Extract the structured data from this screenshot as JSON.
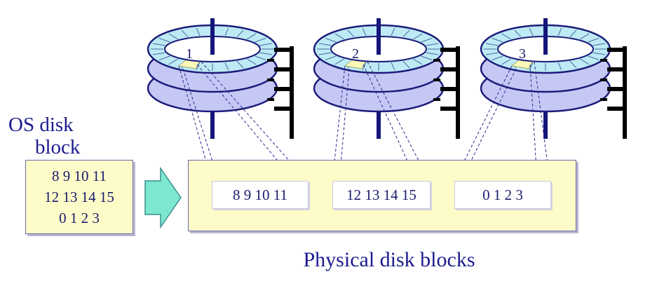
{
  "os_disk_block": {
    "label_line1": "OS disk",
    "label_line2": "block",
    "rows": [
      "8  9  10 11",
      "12 13 14 15",
      "0   1   2   3"
    ]
  },
  "disks": [
    {
      "number": "1",
      "blocks": "8  9  10 11"
    },
    {
      "number": "2",
      "blocks": "12 13 14 15"
    },
    {
      "number": "3",
      "blocks": "0   1   2   3"
    }
  ],
  "physical_caption": "Physical disk blocks",
  "colors": {
    "platter": "#c5c8f5",
    "platter_edge": "#1c1c7a",
    "ring": "#bdeaf4",
    "sector_highlight": "#fbf8b8",
    "spindle": "#15157a",
    "arm": "#000000",
    "box_fill": "#fdfbc8",
    "arrow_fill": "#7de7d0",
    "text": "#1b1b8f"
  }
}
